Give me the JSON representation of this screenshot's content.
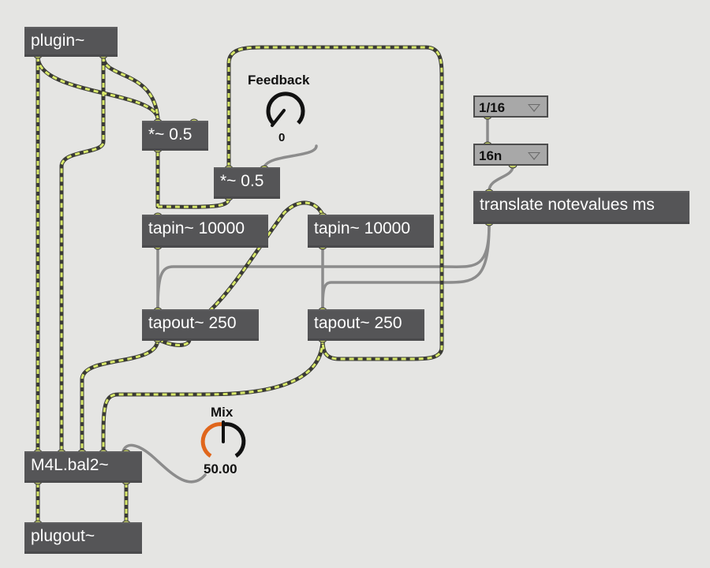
{
  "objects": {
    "plugin": "plugin~",
    "mul1": "*~ 0.5",
    "mul2": "*~ 0.5",
    "tapin1": "tapin~ 10000",
    "tapin2": "tapin~ 10000",
    "tapout1": "tapout~ 250",
    "tapout2": "tapout~ 250",
    "translate": "translate notevalues ms",
    "bal": "M4L.bal2~",
    "plugout": "plugout~"
  },
  "menus": {
    "note_value": "1/16",
    "note_symbol": "16n"
  },
  "dials": {
    "feedback": {
      "label": "Feedback",
      "value": "0",
      "level": 0.0
    },
    "mix": {
      "label": "Mix",
      "value": "50.00",
      "level": 0.5
    }
  },
  "colors": {
    "background": "#e5e5e3",
    "object_fill": "#555557",
    "signal_cord_dash": "#d8e86a",
    "signal_cord_base": "#3a3a36",
    "control_cord": "#8c8c8c",
    "mix_dial_arc": "#e0661c"
  }
}
